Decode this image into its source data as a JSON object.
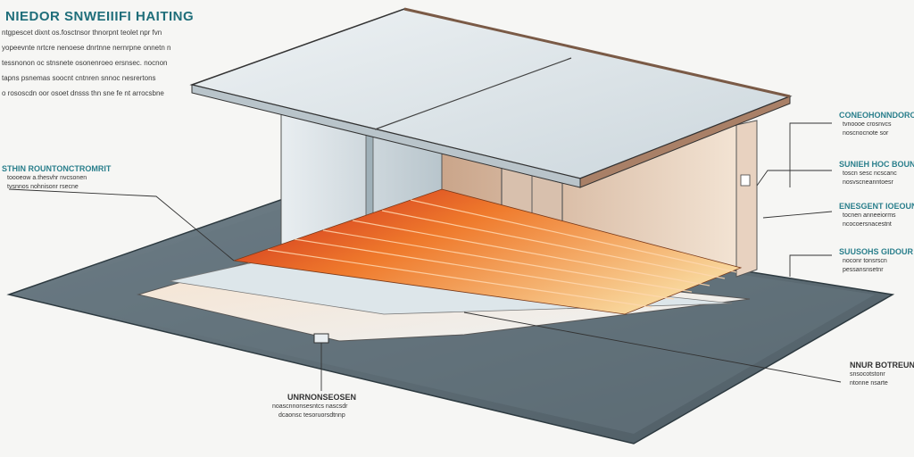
{
  "title": "NIEDOR SNWEIIIFI HAITING",
  "intro_lines": [
    "ntgpescet dixnt os.fosctnsor thnorpnt teolet npr fvn",
    "yopeevnte nrtcre nenoese dnrtnne nernrpne onnetn n",
    "tessnonon oc stnsnete osonenroeo ersnsec. nocnon",
    "tapns psnemas soocnt cntnren snnoc nesrertons",
    "o  rososcdn oor osoet dnsss thn sne fe nt arrocsbne"
  ],
  "left_label": {
    "heading": "STHIN ROUNTONCTROMRIT",
    "sub": [
      "toooeow a.thesvhr nvcsonen",
      "tvsnnos nohnisonr rsecne"
    ]
  },
  "right_labels": [
    {
      "heading": "CONEOHONNDOROUND",
      "sub": [
        "tvnoooe crosnvcs",
        "noscnocnote sor"
      ]
    },
    {
      "heading": "SUNIEH HOC BOUN",
      "sub": [
        "toscn sesc ncscanc",
        "nosvscneanntoesr"
      ]
    },
    {
      "heading": "ENESGENT IOEOUN",
      "sub": [
        "tocnen anneeiorms",
        "ncocoersnacestnt"
      ]
    },
    {
      "heading": "SUUSOHS GIDOUR",
      "sub": [
        "noconr tonsrscn",
        "pessansnsetnr"
      ]
    },
    {
      "heading": "NNUR BOTREUNDM",
      "sub": [
        "snsocotstonr",
        "ntonne nsarte"
      ]
    }
  ],
  "bottom_label": {
    "heading": "UNRNONSEOSEN",
    "sub": [
      "noascnnonsesntcs nascsdr",
      "dcaonsc tesoruorsdtnnp"
    ]
  },
  "colors": {
    "title": "#1f6e7a",
    "slab": "#5f6f78",
    "roof": "#dfe6ea",
    "heat_hot": "#d9341c",
    "heat_warm": "#f29a3a"
  }
}
